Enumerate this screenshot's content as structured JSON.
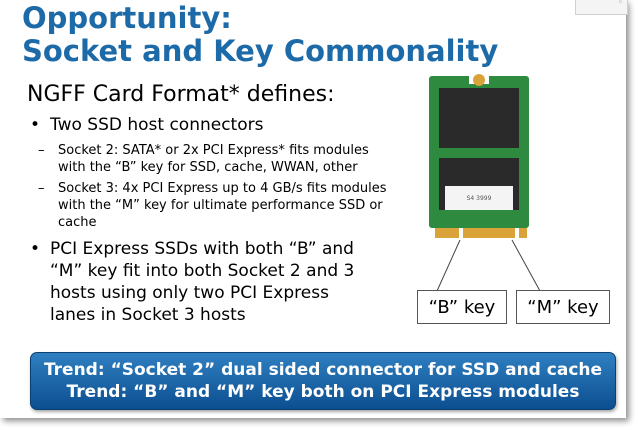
{
  "title": {
    "line1": "Opportunity:",
    "line2": "Socket and Key Commonality"
  },
  "subheading": "NGFF Card Format* defines:",
  "bullets": {
    "b1": "Two SSD host connectors",
    "sub1": "Socket 2: SATA* or 2x PCI Express* fits modules with the “B” key for SSD, cache, WWAN, other",
    "sub2": "Socket 3: 4x PCI Express up to 4 GB/s fits modules with the “M” key for ultimate performance SSD or cache",
    "b2": "PCI Express SSDs with both “B” and “M” key fit into both Socket 2 and 3 hosts using only two PCI Express lanes in Socket 3 hosts"
  },
  "labels": {
    "b_key": "“B” key",
    "m_key": "“M” key"
  },
  "banner": {
    "line1": "Trend: “Socket 2” dual sided connector for SSD and cache",
    "line2": "Trend: “B” and “M” key both on PCI Express modules"
  },
  "card_label_text": "S4 3999",
  "colors": {
    "title": "#1d6aa8",
    "banner": "#0c4f91",
    "pcb": "#2e8a3e",
    "chip": "#2a2a2a",
    "gold": "#d9a33a"
  }
}
